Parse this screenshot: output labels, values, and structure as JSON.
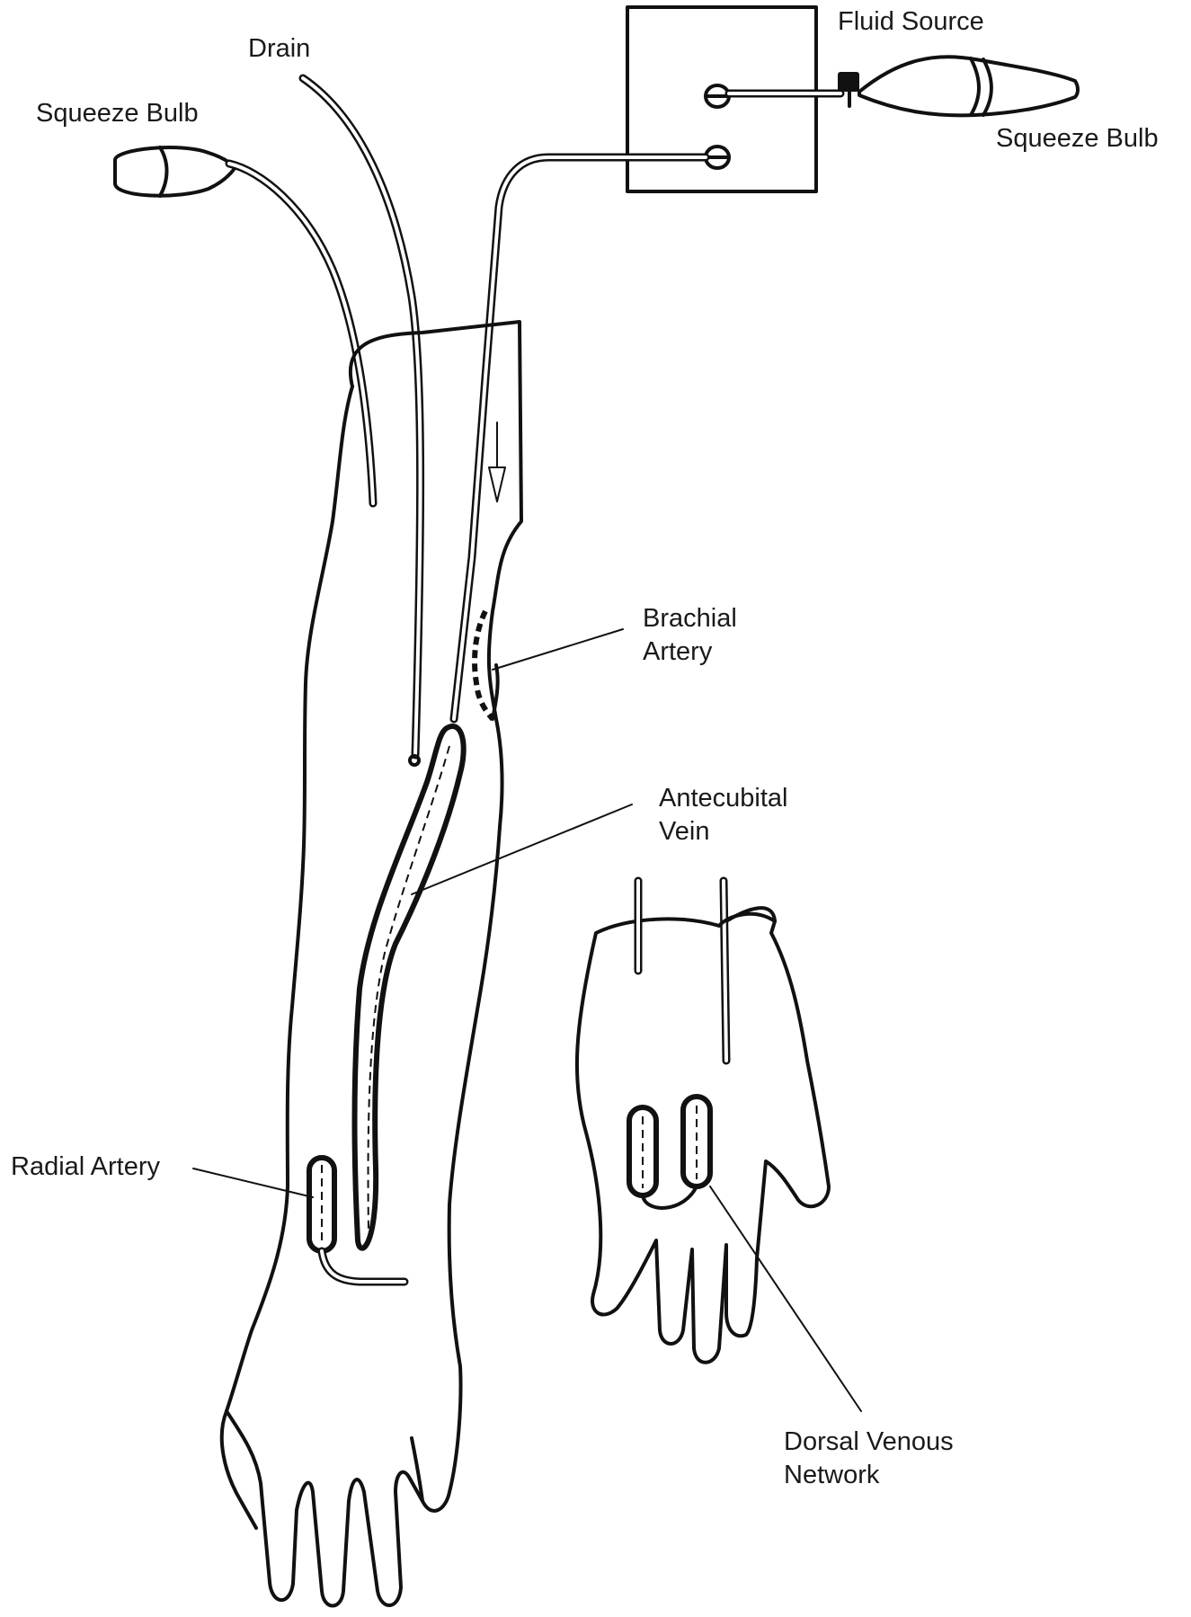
{
  "labels": {
    "fluid_source": "Fluid Source",
    "drain": "Drain",
    "squeeze_bulb_left": "Squeeze Bulb",
    "squeeze_bulb_right": "Squeeze Bulb",
    "brachial_artery": [
      "Brachial",
      "Artery"
    ],
    "antecubital_vein": [
      "Antecubital",
      "Vein"
    ],
    "radial_artery": "Radial Artery",
    "dorsal_venous_network": [
      "Dorsal Venous",
      "Network"
    ]
  }
}
